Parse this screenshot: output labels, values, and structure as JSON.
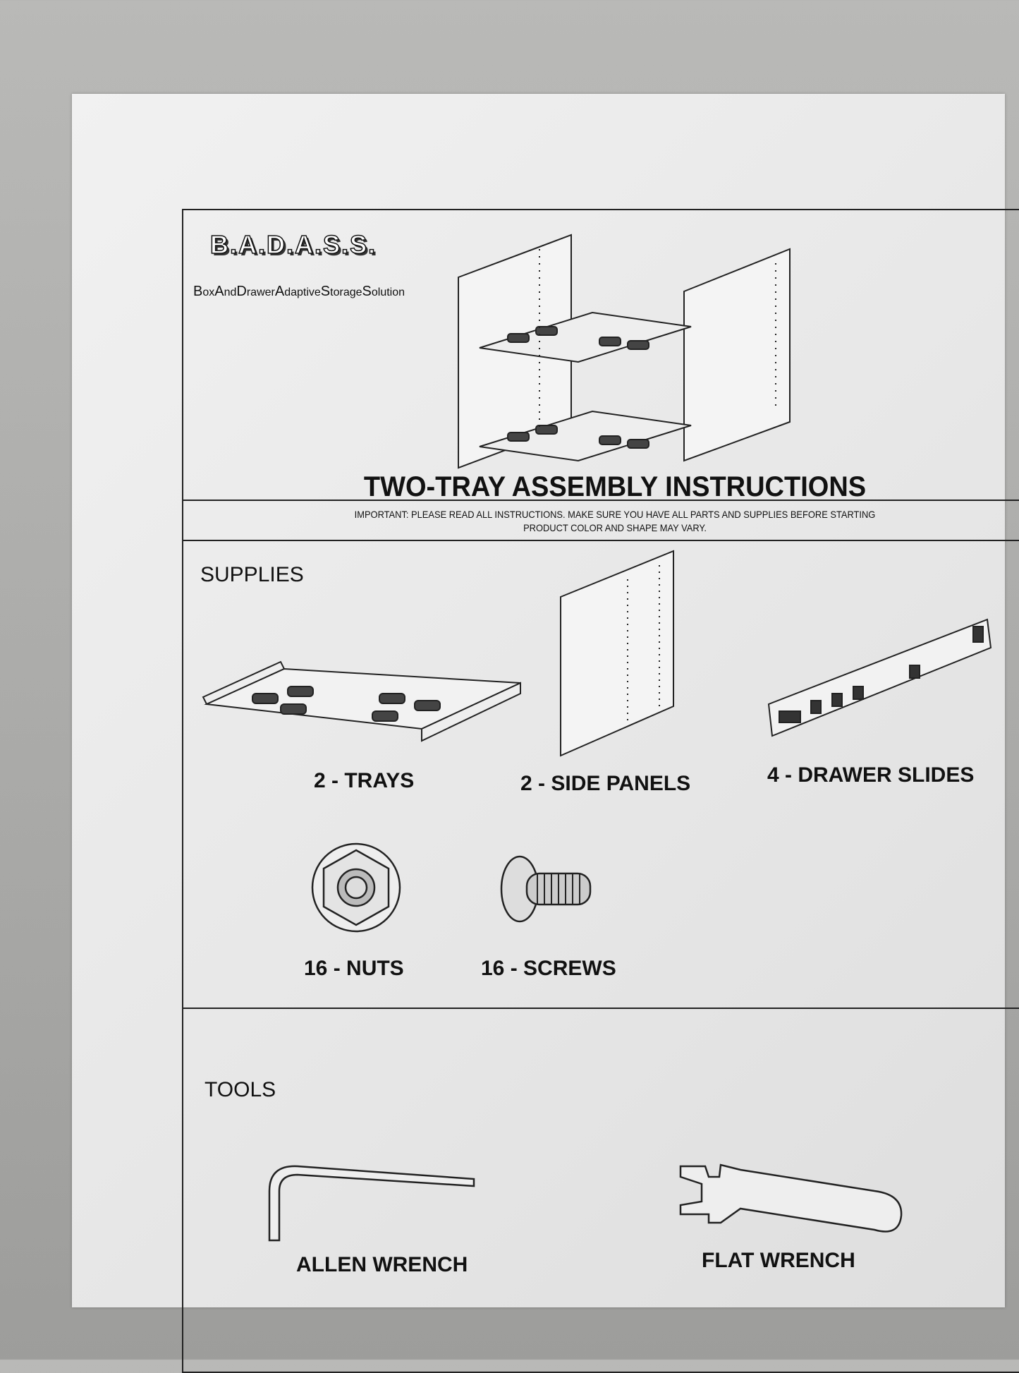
{
  "logo": {
    "text": "B.A.D.A.S.S.",
    "tagline": [
      {
        "cap": "B",
        "rest": "ox"
      },
      {
        "cap": "A",
        "rest": "nd"
      },
      {
        "cap": "D",
        "rest": "rawer"
      },
      {
        "cap": "A",
        "rest": "daptive"
      },
      {
        "cap": "S",
        "rest": "torage"
      },
      {
        "cap": "S",
        "rest": "olution"
      }
    ]
  },
  "title": "TWO-TRAY ASSEMBLY INSTRUCTIONS",
  "important": {
    "line1": "IMPORTANT: PLEASE READ ALL INSTRUCTIONS. MAKE SURE YOU HAVE ALL PARTS AND SUPPLIES BEFORE STARTING",
    "line2": "PRODUCT COLOR AND SHAPE MAY VARY."
  },
  "supplies": {
    "heading": "SUPPLIES",
    "items": [
      {
        "label": "2 - TRAYS",
        "icon": "tray-icon"
      },
      {
        "label": "2 - SIDE PANELS",
        "icon": "side-panel-icon"
      },
      {
        "label": "4 - DRAWER SLIDES",
        "icon": "drawer-slide-icon"
      },
      {
        "label": "16 - NUTS",
        "icon": "nut-icon"
      },
      {
        "label": "16 - SCREWS",
        "icon": "screw-icon"
      }
    ]
  },
  "tools": {
    "heading": "TOOLS",
    "items": [
      {
        "label": "ALLEN WRENCH",
        "icon": "allen-wrench-icon"
      },
      {
        "label": "FLAT  WRENCH",
        "icon": "flat-wrench-icon"
      }
    ]
  }
}
